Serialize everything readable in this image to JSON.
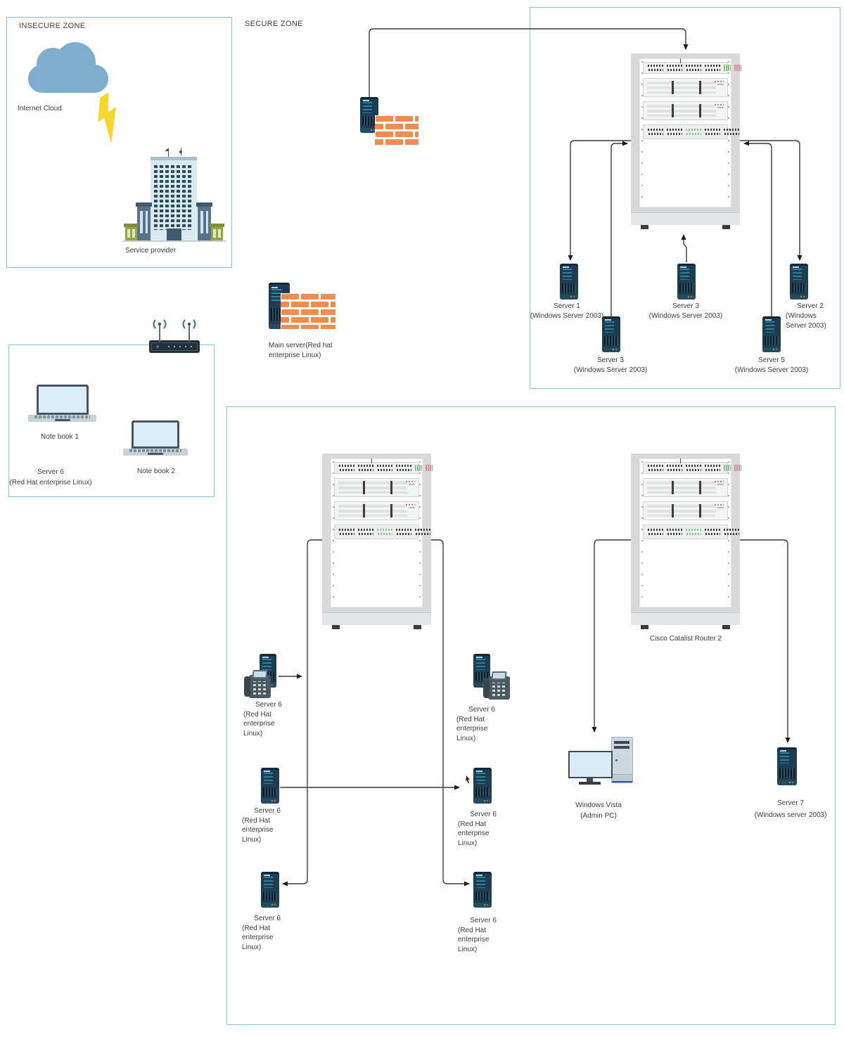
{
  "colors": {
    "zone_border": "#82C0E6",
    "brick_orange": "#ED8E4E",
    "server_body": "#1D3D52",
    "server_accent": "#2F7E9E",
    "cloud_blue": "#7EADCE",
    "lightning_yellow": "#F5D62C",
    "connector": "#3A3A3A",
    "label_text": "#3C3C3C"
  },
  "insecure_zone": {
    "title": "INSECURE ZONE",
    "cloud_label": "Internet Cloud",
    "building_label": "Service provider"
  },
  "secure_zone": {
    "title": "SECURE ZONE",
    "server1": {
      "name": "Server 1",
      "os": "(Windows Server 2003)"
    },
    "server3_lower": {
      "name": "Server 3",
      "os": "(Windows Server 2003)"
    },
    "server3_center": {
      "name": "Server 3",
      "os": "(Windows Server 2003)"
    },
    "server2": {
      "name": "Server 2",
      "os_line1": "(Windows",
      "os_line2": "Server 2003)"
    },
    "server5": {
      "name": "Server 5",
      "os": "(Windows Server 2003)"
    }
  },
  "main_firewall": {
    "label_line1": "Main server(Red hat",
    "label_line2": "enterprise Linux)"
  },
  "lan_zone": {
    "notebook1": "Note book 1",
    "notebook2": "Note book 2",
    "server6_name": "Server 6",
    "server6_os": "(Red Hat enterprise Linux)"
  },
  "datacenter": {
    "rack2_label": "Cisco Catalist Router 2",
    "phone_server_left": {
      "name": "Server 6",
      "os_line1": "(Red Hat enterprise",
      "os_line2": "Linux)"
    },
    "phone_server_right": {
      "name": "Server 6",
      "os_line1": "(Red Hat enterprise",
      "os_line2": "Linux)"
    },
    "mid_server_left": {
      "name": "Server 6",
      "os_line1": "(Red Hat enterprise",
      "os_line2": "Linux)"
    },
    "mid_server_right": {
      "name": "Server 6",
      "os_line1": "(Red Hat enterprise",
      "os_line2": "Linux)"
    },
    "bottom_server_left": {
      "name": "Server 6",
      "os_line1": "(Red Hat enterprise",
      "os_line2": "Linux)"
    },
    "bottom_server_right": {
      "name": "Server 6",
      "os_line1": "(Red Hat enterprise",
      "os_line2": "Linux)"
    },
    "admin_pc": {
      "name": "Windows Vista",
      "sub": "(Admin PC)"
    },
    "server7": {
      "name": "Server 7",
      "os": "(Windows server 2003)"
    }
  }
}
